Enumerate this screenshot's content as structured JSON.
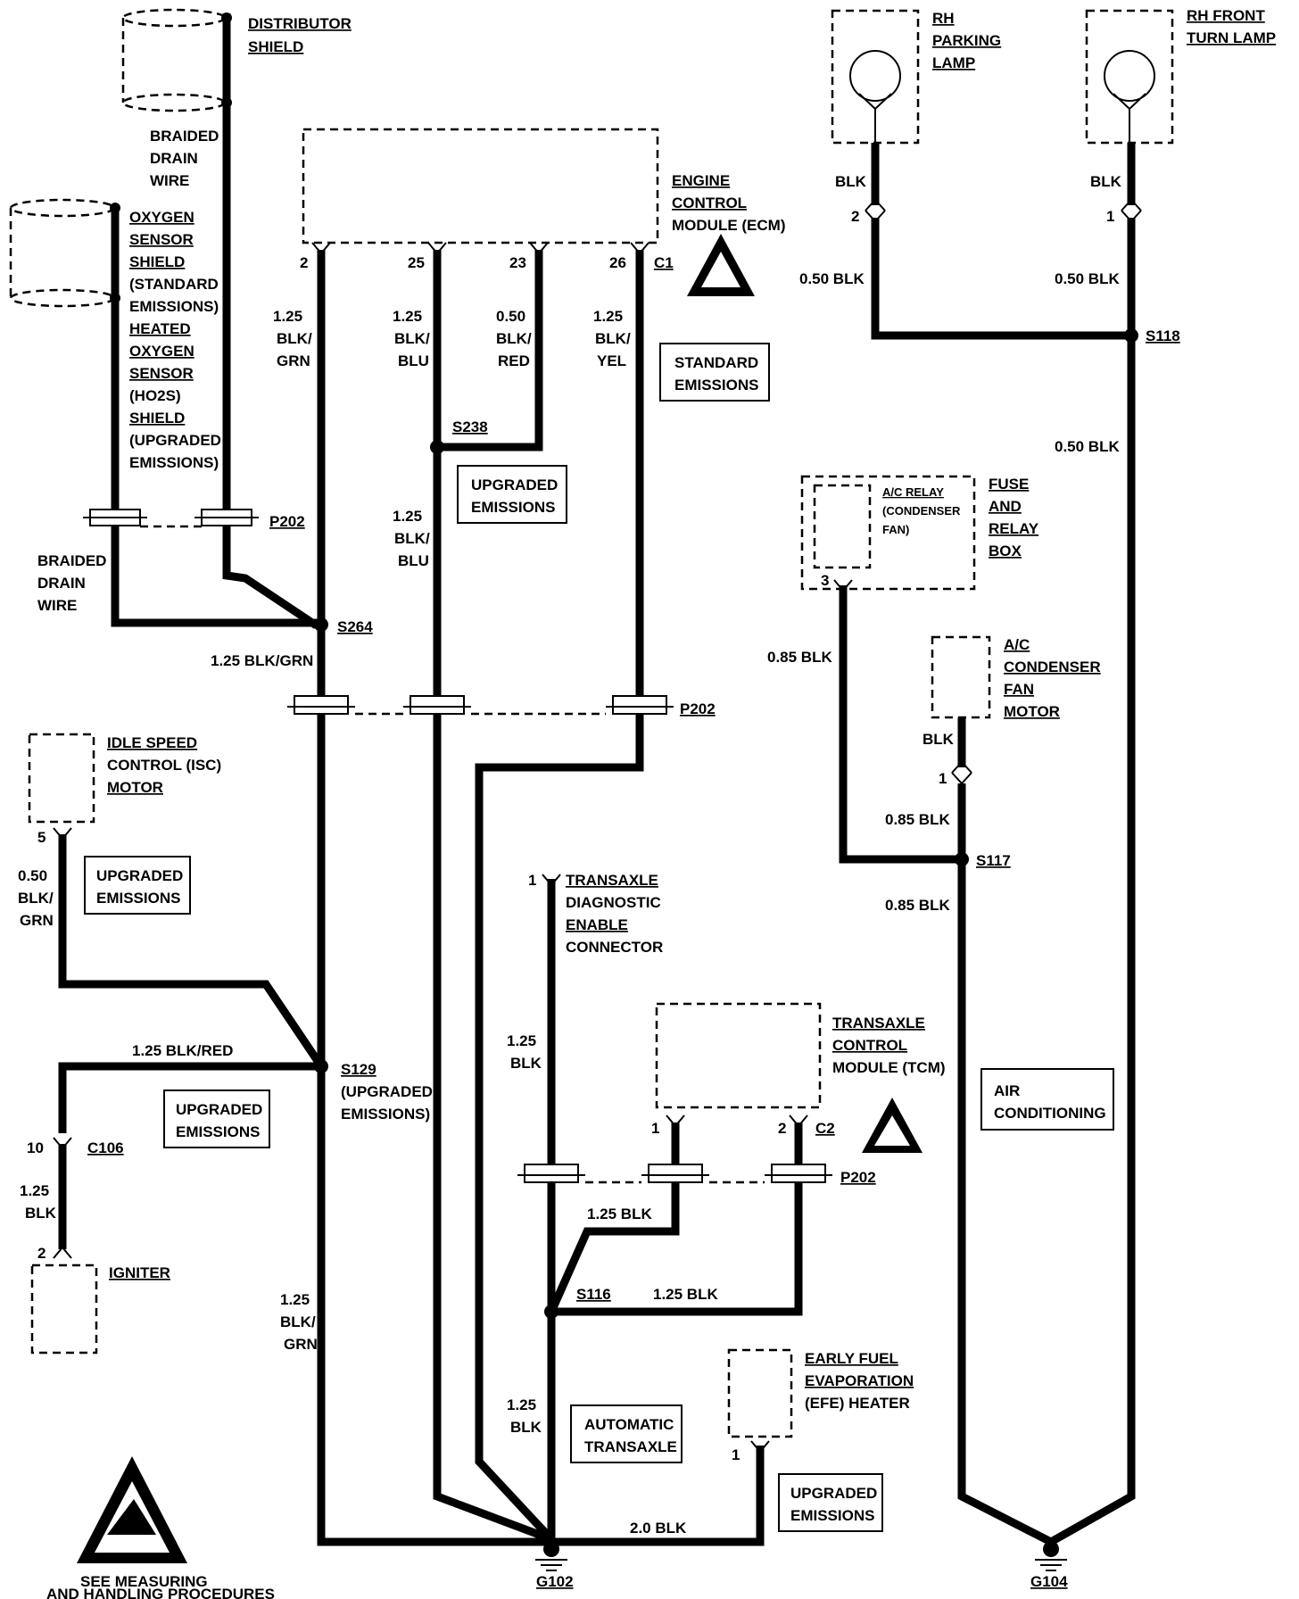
{
  "components": {
    "distributor_shield": [
      "DISTRIBUTOR",
      "SHIELD"
    ],
    "braided_drain_wire_top": [
      "BRAIDED",
      "DRAIN",
      "WIRE"
    ],
    "oxygen_sensor_shield": [
      "OXYGEN",
      "SENSOR",
      "SHIELD",
      "(STANDARD",
      "EMISSIONS)",
      "HEATED",
      "OXYGEN",
      "SENSOR",
      "(HO2S)",
      "SHIELD",
      "(UPGRADED",
      "EMISSIONS)"
    ],
    "braided_drain_wire_bottom": [
      "BRAIDED",
      "DRAIN",
      "WIRE"
    ],
    "ecm": [
      "ENGINE",
      "CONTROL",
      "MODULE (ECM)"
    ],
    "rh_parking_lamp": [
      "RH",
      "PARKING",
      "LAMP"
    ],
    "rh_front_turn_lamp": [
      "RH FRONT",
      "TURN LAMP"
    ],
    "fuse_relay_box": [
      "FUSE",
      "AND",
      "RELAY",
      "BOX"
    ],
    "ac_relay": [
      "A/C RELAY",
      "(CONDENSER",
      "FAN)"
    ],
    "ac_condenser_fan_motor": [
      "A/C",
      "CONDENSER",
      "FAN",
      "MOTOR"
    ],
    "isc_motor": [
      "IDLE SPEED",
      "CONTROL (ISC)",
      "MOTOR"
    ],
    "transaxle_diag": [
      "TRANSAXLE",
      "DIAGNOSTIC",
      "ENABLE",
      "CONNECTOR"
    ],
    "tcm": [
      "TRANSAXLE",
      "CONTROL",
      "MODULE (TCM)"
    ],
    "igniter": "IGNITER",
    "efe_heater": [
      "EARLY FUEL",
      "EVAPORATION",
      "(EFE) HEATER"
    ],
    "esd_note": [
      "SEE   MEASURING",
      "AND HANDLING PROCEDURES"
    ]
  },
  "option_boxes": {
    "standard_emissions": [
      "STANDARD",
      "EMISSIONS"
    ],
    "upgraded_emissions_1": [
      "UPGRADED",
      "EMISSIONS"
    ],
    "upgraded_emissions_2": [
      "UPGRADED",
      "EMISSIONS"
    ],
    "upgraded_emissions_3": [
      "UPGRADED",
      "EMISSIONS"
    ],
    "upgraded_emissions_4": [
      "UPGRADED",
      "EMISSIONS"
    ],
    "automatic_transaxle": [
      "AUTOMATIC",
      "TRANSAXLE"
    ],
    "air_conditioning": [
      "AIR",
      "CONDITIONING"
    ]
  },
  "splices": {
    "s264": "S264",
    "s238": "S238",
    "s129": [
      "S129",
      "(UPGRADED",
      "EMISSIONS)"
    ],
    "s116": "S116",
    "s118": "S118",
    "s117": "S117"
  },
  "connectors": {
    "p202": "P202",
    "c1": "C1",
    "c2": "C2",
    "c106": "C106"
  },
  "grounds": {
    "g102": "G102",
    "g104": "G104"
  },
  "pins": {
    "ecm_2": "2",
    "ecm_25": "25",
    "ecm_23": "23",
    "ecm_26": "26",
    "park_2": "2",
    "turn_1": "1",
    "relay_3": "3",
    "fan_1": "1",
    "isc_5": "5",
    "diag_1": "1",
    "tcm_1": "1",
    "tcm_2": "2",
    "c106_10": "10",
    "igniter_2": "2",
    "efe_1": "1"
  },
  "wires": {
    "ecm2": [
      "1.25",
      "BLK/",
      "GRN"
    ],
    "ecm25": [
      "1.25",
      "BLK/",
      "BLU"
    ],
    "ecm23": [
      "0.50",
      "BLK/",
      "RED"
    ],
    "ecm26": [
      "1.25",
      "BLK/",
      "YEL"
    ],
    "s238_down": [
      "1.25",
      "BLK/",
      "BLU"
    ],
    "s264_down": "1.25 BLK/GRN",
    "isc": [
      "0.50",
      "BLK/",
      "GRN"
    ],
    "c106_wire": "1.25 BLK/RED",
    "igniter_wire": [
      "1.25",
      "BLK"
    ],
    "main_grn": [
      "1.25",
      "BLK/",
      "GRN"
    ],
    "diag": [
      "1.25",
      "BLK"
    ],
    "tcm1": "1.25 BLK",
    "tcm2": "1.25 BLK",
    "s116_down": [
      "1.25",
      "BLK"
    ],
    "efe": "2.0 BLK",
    "park_blk": "BLK",
    "park_050": "0.50 BLK",
    "turn_blk": "BLK",
    "turn_050": "0.50 BLK",
    "s118_down": "0.50 BLK",
    "relay_085": "0.85 BLK",
    "fan_blk": "BLK",
    "fan_085": "0.85 BLK",
    "s117_down": "0.85 BLK"
  }
}
